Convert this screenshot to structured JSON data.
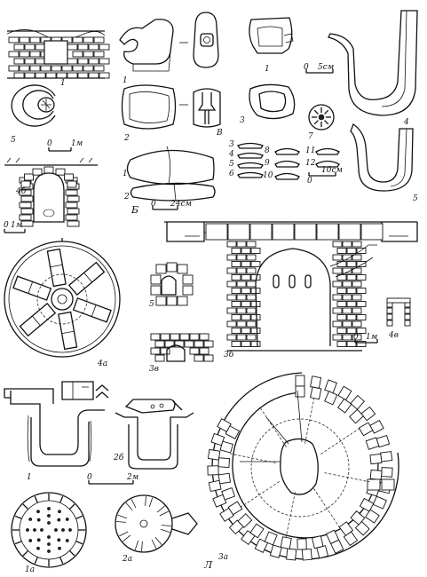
{
  "figure": {
    "plate_letter": "Л",
    "labels": {
      "l1": "1",
      "l5": "5",
      "l4b": "4б",
      "l4a": "4а",
      "t1": "1",
      "t2": "2",
      "tB": "В",
      "t3": "3",
      "t4": "4",
      "t5": "5",
      "b1": "1",
      "b2": "2",
      "bB": "Б",
      "b3": "3",
      "b4": "4",
      "b5": "5",
      "b6": "6",
      "b7": "7",
      "b8": "8",
      "b9": "9",
      "b10": "10",
      "b11": "11",
      "b12": "12",
      "m5": "5",
      "m3v": "3в",
      "m3b": "3б",
      "m4v": "4в",
      "k1": "1",
      "k2b": "2б",
      "k1a": "1а",
      "k2a": "2а",
      "k3a": "3а"
    },
    "scales": {
      "s_1m_top": "1м",
      "s_5cm": "5см",
      "s_24cm": "24см",
      "s_10cm": "10см",
      "s_1m_left": "1м",
      "s_1m_right": "1м",
      "s_2m": "2м",
      "zero": "0"
    }
  }
}
